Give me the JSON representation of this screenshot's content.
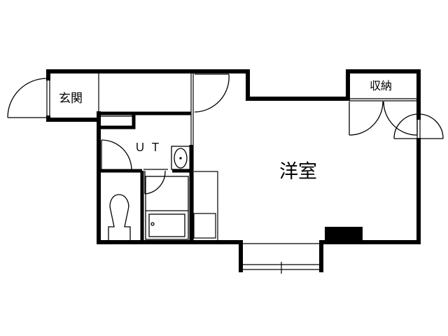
{
  "floor_plan": {
    "rooms": [
      {
        "id": "genkan",
        "label": "玄関",
        "meaning": "entrance"
      },
      {
        "id": "ut",
        "label": "ＵＴ",
        "meaning": "utility / washroom"
      },
      {
        "id": "youshitsu",
        "label": "洋室",
        "meaning": "western-style room"
      },
      {
        "id": "shuno",
        "label": "収納",
        "meaning": "storage"
      }
    ],
    "colors": {
      "wall": "#000000",
      "background": "#ffffff",
      "line": "#000000"
    }
  }
}
